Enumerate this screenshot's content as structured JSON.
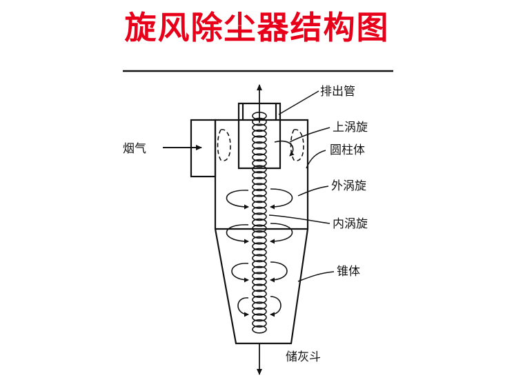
{
  "title": "旋风除尘器结构图",
  "colors": {
    "title": "#e8001a",
    "ink": "#111111",
    "background": "#ffffff"
  },
  "labels": {
    "exhaust_pipe": "排出管",
    "upper_vortex": "上涡旋",
    "cylinder": "圆柱体",
    "flue_gas": "烟气",
    "outer_vortex": "外涡旋",
    "inner_vortex": "内涡旋",
    "cone": "锥体",
    "ash_hopper": "储灰斗"
  }
}
